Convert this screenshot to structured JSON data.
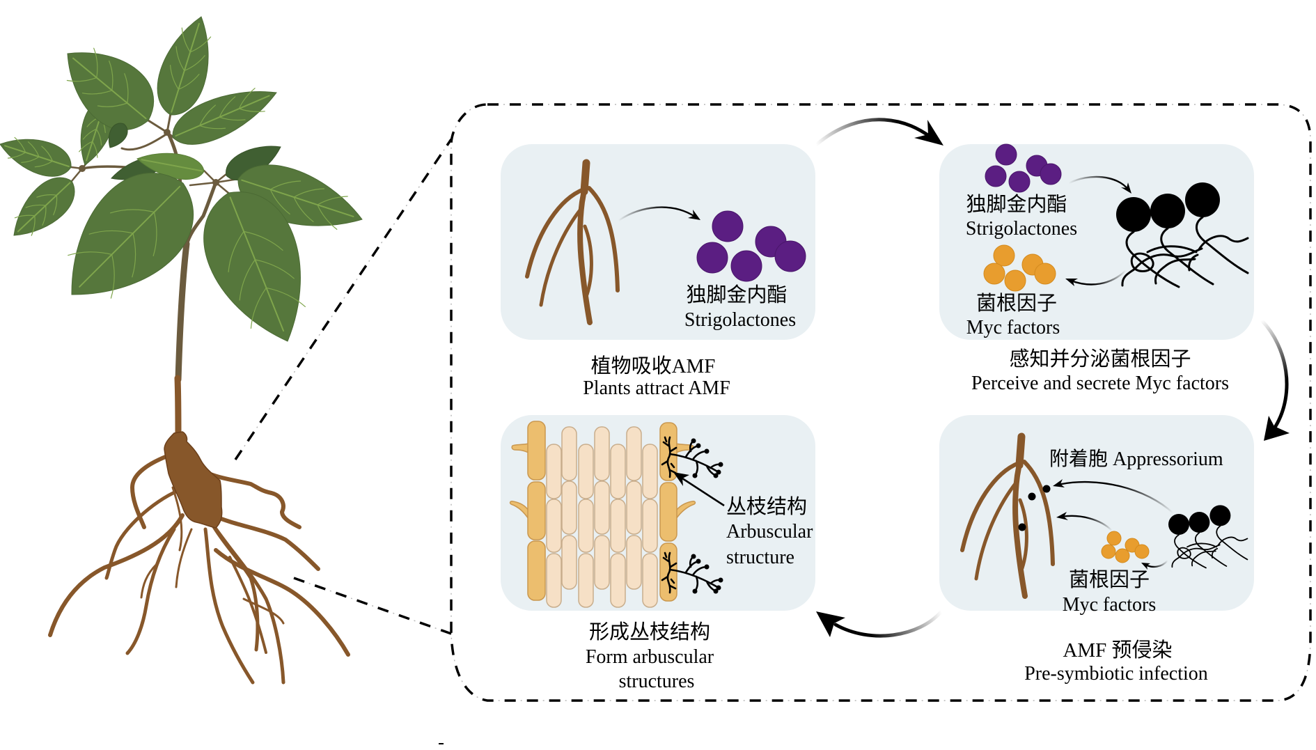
{
  "figure": {
    "panels": {
      "attract": {
        "strigolactones": {
          "zh": "独脚金内酯",
          "en": "Strigolactones"
        },
        "caption": {
          "zh": "植物吸收AMF",
          "en": "Plants attract AMF"
        }
      },
      "perceive": {
        "strigolactones": {
          "zh": "独脚金内酯",
          "en": "Strigolactones"
        },
        "myc_factors": {
          "zh": "菌根因子",
          "en": "Myc factors"
        },
        "caption": {
          "zh": "感知并分泌菌根因子",
          "en": "Perceive and secrete Myc factors"
        }
      },
      "infection": {
        "appressorium": "附着胞 Appressorium",
        "myc_factors": {
          "zh": "菌根因子",
          "en": "Myc factors"
        },
        "caption": {
          "zh": "AMF 预侵染",
          "en": "Pre-symbiotic infection"
        }
      },
      "arbuscule": {
        "callout": {
          "zh": "丛枝结构",
          "en": [
            "Arbuscular",
            "structure"
          ]
        },
        "caption": {
          "zh": "形成丛枝结构",
          "en": [
            "Form arbuscular",
            "structures"
          ]
        }
      }
    },
    "flow": [
      {
        "from": "attract",
        "to": "perceive"
      },
      {
        "from": "perceive",
        "to": "infection"
      },
      {
        "from": "infection",
        "to": "arbuscule"
      }
    ]
  },
  "colors": {
    "panel_bg": "#e9f0f3",
    "strigolactone": "#5b1e82",
    "myc_factor": "#e89d2e",
    "fungal_spore": "#000000",
    "root": "#87572a",
    "stem": "#6b5b3e",
    "leaf": "#56773c",
    "leaf_vein": "#7fa54c",
    "leaf_dark": "#405f32",
    "leaf_light": "#658c3f",
    "cortex_outer": "#ecbe6e",
    "cortex_inner": "#f6e0c6"
  }
}
